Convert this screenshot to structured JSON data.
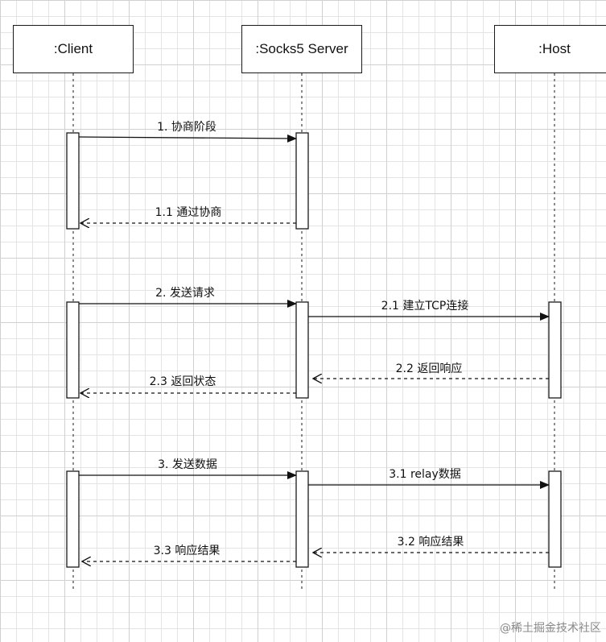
{
  "participants": {
    "client": ":Client",
    "server": ":Socks5 Server",
    "host": ":Host"
  },
  "messages": {
    "m1": "1. 协商阶段",
    "m1_1": "1.1 通过协商",
    "m2": "2. 发送请求",
    "m2_1": "2.1 建立TCP连接",
    "m2_2": "2.2 返回响应",
    "m2_3": "2.3 返回状态",
    "m3": "3. 发送数据",
    "m3_1": "3.1 relay数据",
    "m3_2": "3.2 响应结果",
    "m3_3": "3.3 响应结果"
  },
  "watermark": "@稀土掘金技术社区"
}
